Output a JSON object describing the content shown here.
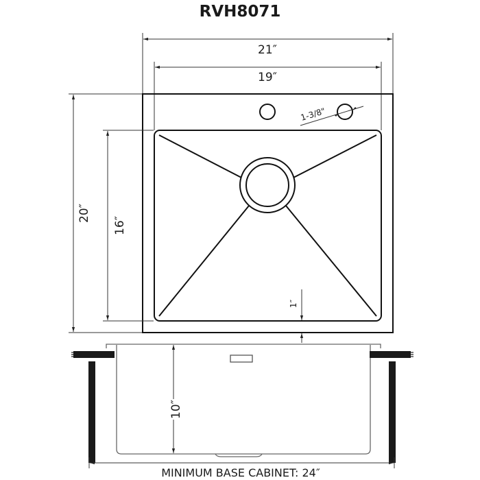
{
  "title": "RVH8071",
  "top_view": {
    "overall_width": "21″",
    "bowl_width": "19″",
    "overall_depth": "20″",
    "bowl_depth": "16″",
    "faucet_hole_diameter": "1-3/8\"",
    "bottom_offset": "1″",
    "faucet_holes": 2
  },
  "side_view": {
    "bowl_height": "10″"
  },
  "caption": "MINIMUM BASE CABINET: 24″",
  "colors": {
    "line": "#111111",
    "dimension_line": "#333333",
    "cabinet": "#1a1a1a",
    "background": "#ffffff"
  }
}
